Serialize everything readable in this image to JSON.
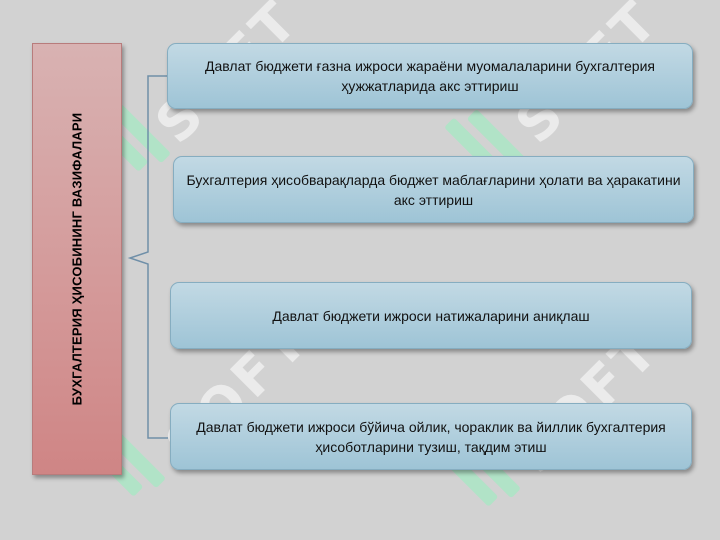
{
  "diagram": {
    "main_label": "БУХГАЛТЕРИЯ ҲИСОБИНИНГ ВАЗИФАЛАРИ",
    "items": [
      "Давлат бюджети ғазна ижроси жараёни муомалаларини бухгалтерия ҳужжатларида акс эттириш",
      "Бухгалтерия ҳисобварақларда бюджет маблағларини ҳолати ва ҳаракатини  акс эттириш",
      "Давлат бюджети ижроси натижаларини аниқлаш",
      "Давлат бюджети ижроси бўйича ойлик, чораклик ва йиллик бухгалтерия ҳисоботларини тузиш, тақдим этиш"
    ]
  },
  "watermark": {
    "text": "SOFT"
  },
  "colors": {
    "background": "#d2d2d2",
    "main_bar": "#d49a9a",
    "item_box": "#a9cbdc",
    "connector": "#6f8fa8"
  }
}
